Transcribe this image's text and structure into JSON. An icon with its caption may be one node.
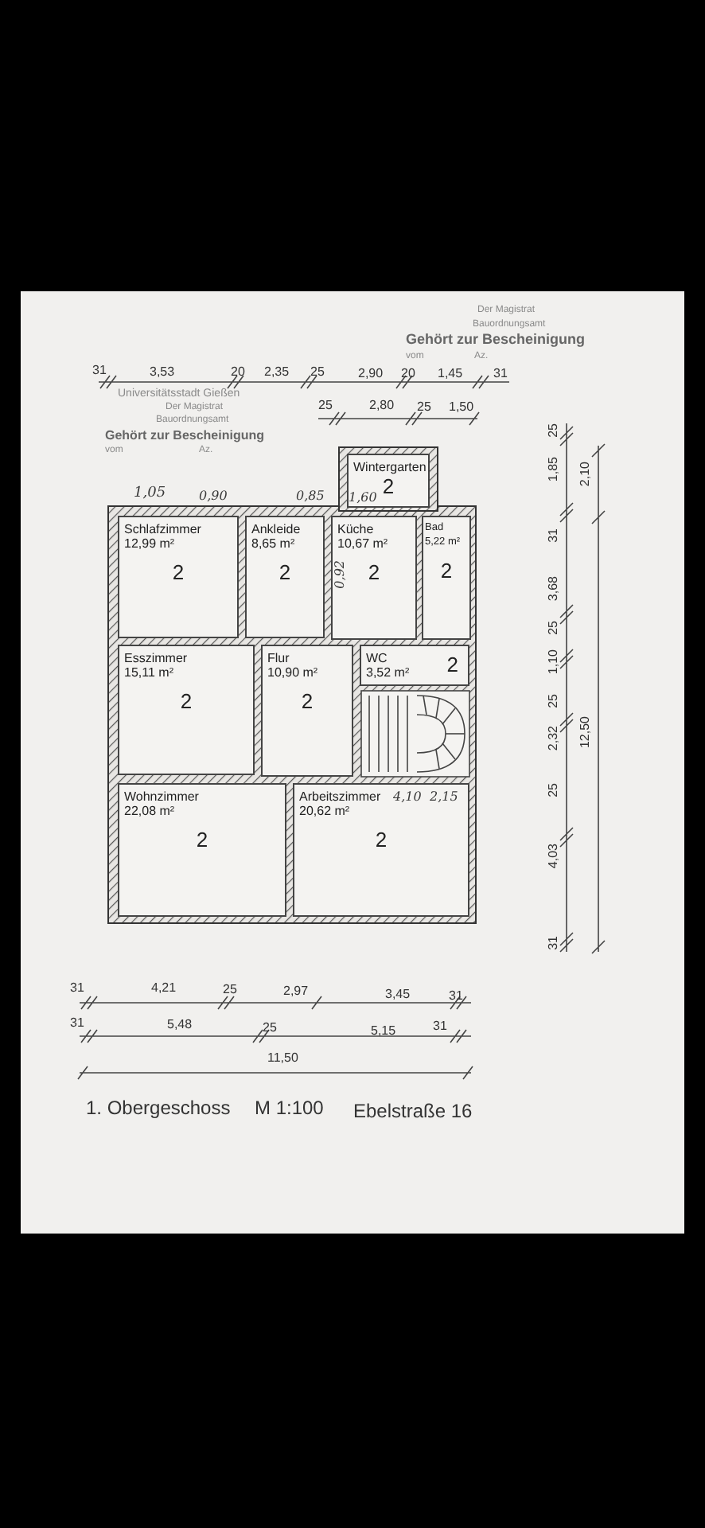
{
  "diagram": {
    "nodes": [
      {
        "text": [
          "Wintergarten",
          "2"
        ]
      },
      {
        "text": [
          "Schlafzimmer",
          "12,99 m²",
          "2"
        ]
      },
      {
        "text": [
          "Ankleide",
          "8,65 m²",
          "2"
        ]
      },
      {
        "text": [
          "Küche",
          "10,67 m²",
          "2"
        ]
      },
      {
        "text": [
          "Bad",
          "5,22 m²",
          "2"
        ]
      },
      {
        "text": [
          "Esszimmer",
          "15,11 m²",
          "2"
        ]
      },
      {
        "text": [
          "Flur",
          "10,90 m²",
          "2"
        ]
      },
      {
        "text": [
          "WC",
          "3,52 m²",
          "2"
        ]
      },
      {
        "text": [
          "Wohnzimmer",
          "22,08 m²",
          "2"
        ]
      },
      {
        "text": [
          "Arbeitszimmer",
          "20,62 m²",
          "2"
        ]
      }
    ],
    "labels": [
      "Der Magistrat",
      "Bauordnungsamt",
      "Gehört zur Bescheinigung",
      "vom",
      "Az.",
      "31",
      "3,53",
      "20",
      "2,35",
      "25",
      "2,90",
      "20",
      "1,45",
      "31",
      "Universitätsstadt Gießen",
      "Der Magistrat",
      "Bauordnungsamt",
      "25",
      "2,80",
      "25",
      "1,50",
      "Gehört zur Bescheinigung",
      "vom",
      "Az.",
      "25",
      "1,85",
      "2,10",
      "31",
      "3,68",
      "25",
      "1,10",
      "25",
      "2,32",
      "12,50",
      "25",
      "4,03",
      "31",
      "1,05",
      "0,90",
      "0,85",
      "1,60",
      "0,92",
      "4,10",
      "2,15",
      "31",
      "4,21",
      "25",
      "2,97",
      "3,45",
      "31",
      "31",
      "5,48",
      "25",
      "5,15",
      "31",
      "11,50",
      "1. Obergeschoss",
      "M 1:100",
      "Ebelstraße 16"
    ]
  }
}
